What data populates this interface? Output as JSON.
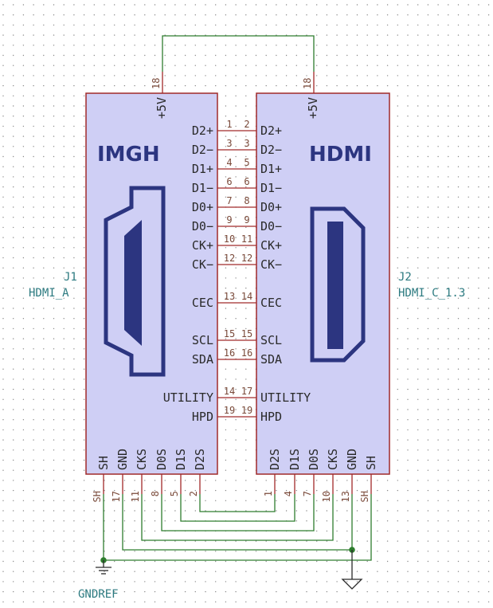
{
  "colors": {
    "body_fill": "#cfcff5",
    "body_stroke": "#a02a2a",
    "pin": "#a02a2a",
    "wire": "#2e7d2e",
    "logo": "#2c3580",
    "ref_text": "#2c7a80",
    "grid_dot": "#8a8a8a"
  },
  "j1": {
    "reference": "J1",
    "value": "HDMI_A",
    "logo_text": "IMGH",
    "top_pin": {
      "name": "+5V",
      "number": "18"
    },
    "right_pins": [
      {
        "name": "D2+",
        "number": "1"
      },
      {
        "name": "D2−",
        "number": "3"
      },
      {
        "name": "D1+",
        "number": "4"
      },
      {
        "name": "D1−",
        "number": "6"
      },
      {
        "name": "D0+",
        "number": "7"
      },
      {
        "name": "D0−",
        "number": "9"
      },
      {
        "name": "CK+",
        "number": "10"
      },
      {
        "name": "CK−",
        "number": "12"
      },
      {
        "name": "CEC",
        "number": "13"
      },
      {
        "name": "SCL",
        "number": "15"
      },
      {
        "name": "SDA",
        "number": "16"
      },
      {
        "name": "UTILITY",
        "number": "14"
      },
      {
        "name": "HPD",
        "number": "19"
      }
    ],
    "bottom_pins": [
      {
        "name": "SH",
        "number": "SH"
      },
      {
        "name": "GND",
        "number": "17"
      },
      {
        "name": "CKS",
        "number": "11"
      },
      {
        "name": "D0S",
        "number": "8"
      },
      {
        "name": "D1S",
        "number": "5"
      },
      {
        "name": "D2S",
        "number": "2"
      }
    ]
  },
  "j2": {
    "reference": "J2",
    "value": "HDMI_C_1.3",
    "logo_text": "HDMI",
    "top_pin": {
      "name": "+5V",
      "number": "18"
    },
    "left_pins": [
      {
        "name": "D2+",
        "number": "2"
      },
      {
        "name": "D2−",
        "number": "3"
      },
      {
        "name": "D1+",
        "number": "5"
      },
      {
        "name": "D1−",
        "number": "6"
      },
      {
        "name": "D0+",
        "number": "8"
      },
      {
        "name": "D0−",
        "number": "9"
      },
      {
        "name": "CK+",
        "number": "11"
      },
      {
        "name": "CK−",
        "number": "12"
      },
      {
        "name": "CEC",
        "number": "14"
      },
      {
        "name": "SCL",
        "number": "15"
      },
      {
        "name": "SDA",
        "number": "16"
      },
      {
        "name": "UTILITY",
        "number": "17"
      },
      {
        "name": "HPD",
        "number": "19"
      }
    ],
    "bottom_pins": [
      {
        "name": "D2S",
        "number": "1"
      },
      {
        "name": "D1S",
        "number": "4"
      },
      {
        "name": "D0S",
        "number": "7"
      },
      {
        "name": "CKS",
        "number": "10"
      },
      {
        "name": "GND",
        "number": "13"
      },
      {
        "name": "SH",
        "number": "SH"
      }
    ]
  },
  "power": {
    "gndref_label": "GNDREF"
  }
}
